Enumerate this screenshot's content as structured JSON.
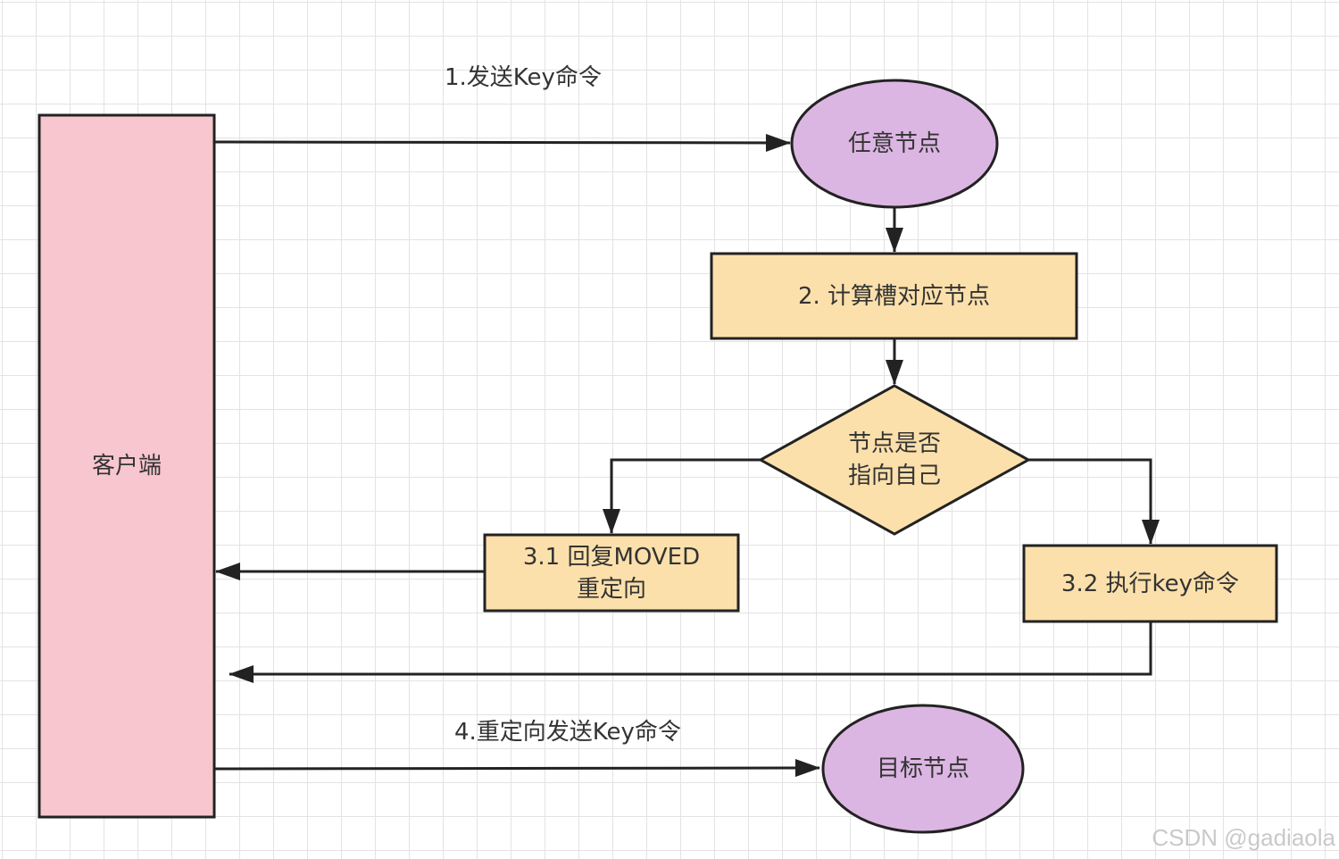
{
  "colors": {
    "client_fill": "#f7c6ce",
    "node_fill": "#dcb6e3",
    "process_fill": "#fce0ab",
    "stroke": "#222222",
    "text": "#333333"
  },
  "nodes": {
    "client": "客户端",
    "any_node": "任意节点",
    "compute_slot": "2. 计算槽对应节点",
    "decision": "节点是否\n指向自己",
    "reply_moved": "3.1 回复MOVED\n重定向",
    "execute_key": "3.2 执行key命令",
    "target_node": "目标节点"
  },
  "edges": {
    "send_key": "1.发送Key命令",
    "redirect_send": "4.重定向发送Key命令"
  },
  "watermark": "CSDN @gadiaola"
}
